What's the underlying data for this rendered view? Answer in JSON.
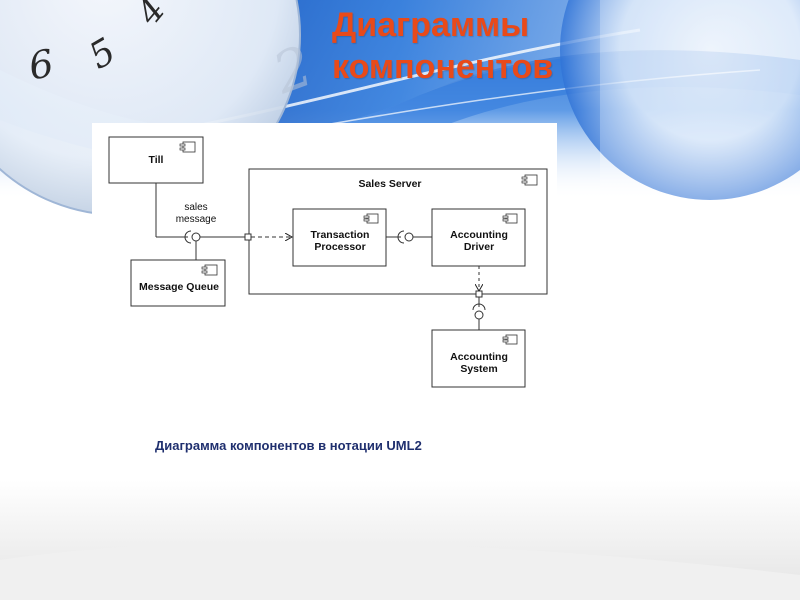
{
  "slide": {
    "title_line1": "Диаграммы",
    "title_line2": "компонентов",
    "caption": "Диаграмма компонентов в нотации UML2"
  },
  "background": {
    "clock_numerals": [
      "6",
      "5",
      "4",
      "2"
    ],
    "title_color": "#e84a1a",
    "caption_color": "#1f2f6e"
  },
  "diagram": {
    "components": {
      "till": "Till",
      "message_queue": "Message Queue",
      "sales_server": "Sales Server",
      "transaction_processor_line1": "Transaction",
      "transaction_processor_line2": "Processor",
      "accounting_driver_line1": "Accounting",
      "accounting_driver_line2": "Driver",
      "accounting_system_line1": "Accounting",
      "accounting_system_line2": "System"
    },
    "connector_label_line1": "sales",
    "connector_label_line2": "message"
  }
}
